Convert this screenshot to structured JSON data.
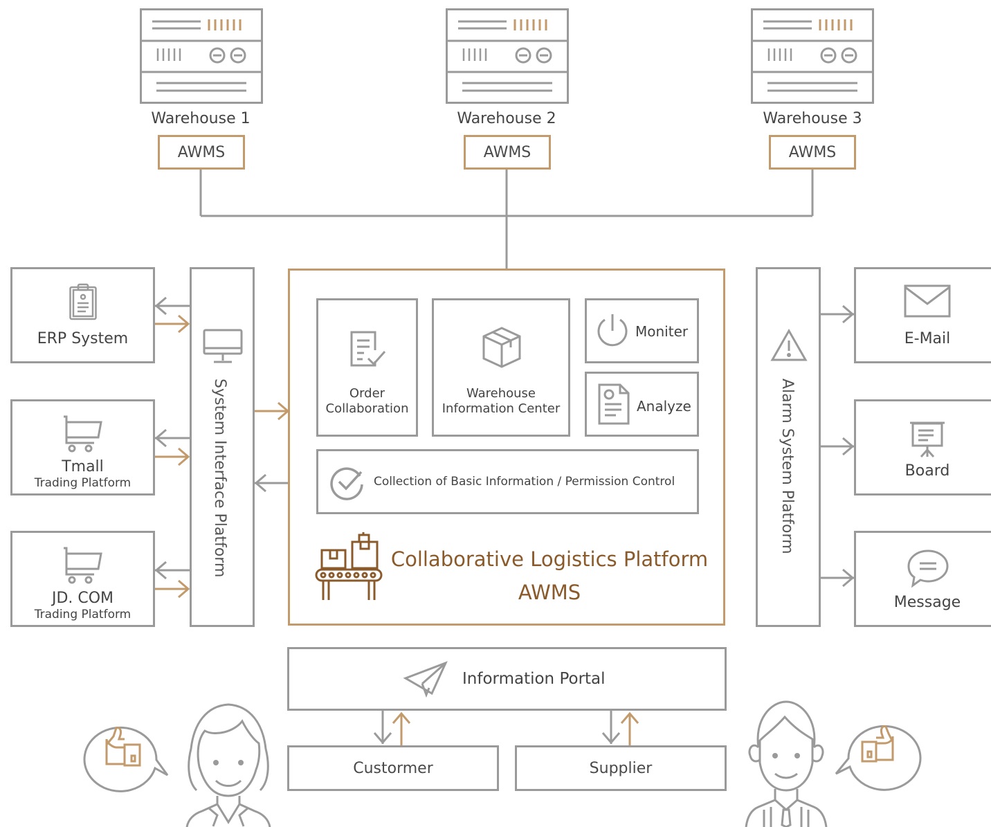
{
  "warehouses": [
    {
      "name": "Warehouse 1",
      "tag": "AWMS"
    },
    {
      "name": "Warehouse 2",
      "tag": "AWMS"
    },
    {
      "name": "Warehouse 3",
      "tag": "AWMS"
    }
  ],
  "left_systems": [
    {
      "title": "ERP System",
      "subtitle": ""
    },
    {
      "title": "Tmall",
      "subtitle": "Trading Platform"
    },
    {
      "title": "JD. COM",
      "subtitle": "Trading Platform"
    }
  ],
  "system_interface": "System Interface Platform",
  "alarm_system": "Alarm System Platform",
  "core": {
    "order_line1": "Order",
    "order_line2": "Collaboration",
    "wic_line1": "Warehouse",
    "wic_line2": "Information Center",
    "monitor": "Moniter",
    "analyze": "Analyze",
    "basic_info": "Collection of Basic Information / Permission Control",
    "title_line1": "Collaborative Logistics Platform",
    "title_line2": "AWMS"
  },
  "right_channels": [
    "E-Mail",
    "Board",
    "Message"
  ],
  "portal": "Information Portal",
  "users": [
    "Custormer",
    "Supplier"
  ],
  "colors": {
    "gray": "#9a9a9a",
    "gold": "#c29a6b",
    "brown": "#8a5a2b"
  },
  "icons": [
    "server-icon",
    "clipboard-icon",
    "cart-icon",
    "monitor-icon",
    "checklist-doc-icon",
    "box-icon",
    "power-icon",
    "report-icon",
    "check-circle-icon",
    "conveyor-icon",
    "warning-icon",
    "mail-icon",
    "board-icon",
    "chat-icon",
    "paper-plane-icon",
    "woman-avatar-icon",
    "man-avatar-icon",
    "thumbs-up-icon"
  ]
}
